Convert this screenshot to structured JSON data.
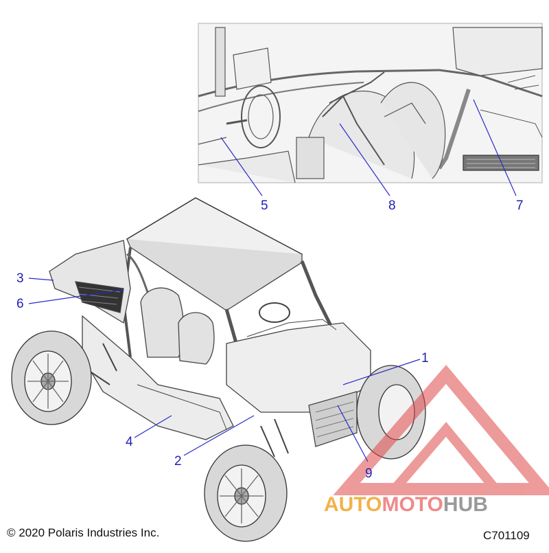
{
  "diagram": {
    "callouts": {
      "c1": "1",
      "c2": "2",
      "c3": "3",
      "c4": "4",
      "c5": "5",
      "c6": "6",
      "c7": "7",
      "c8": "8",
      "c9": "9"
    },
    "copyright": "© 2020 Polaris Industries Inc.",
    "code": "C701109"
  },
  "watermark": {
    "part1": "AUTO",
    "part2": "MOTO",
    "part3": "HUB"
  },
  "colors": {
    "callout": "#1f1fb4",
    "leader": "#2a2ac8",
    "line_art": "#444444",
    "watermark_red": "#e04848",
    "watermark_orange": "#f2b24a",
    "watermark_gray": "#9a9a9a"
  }
}
